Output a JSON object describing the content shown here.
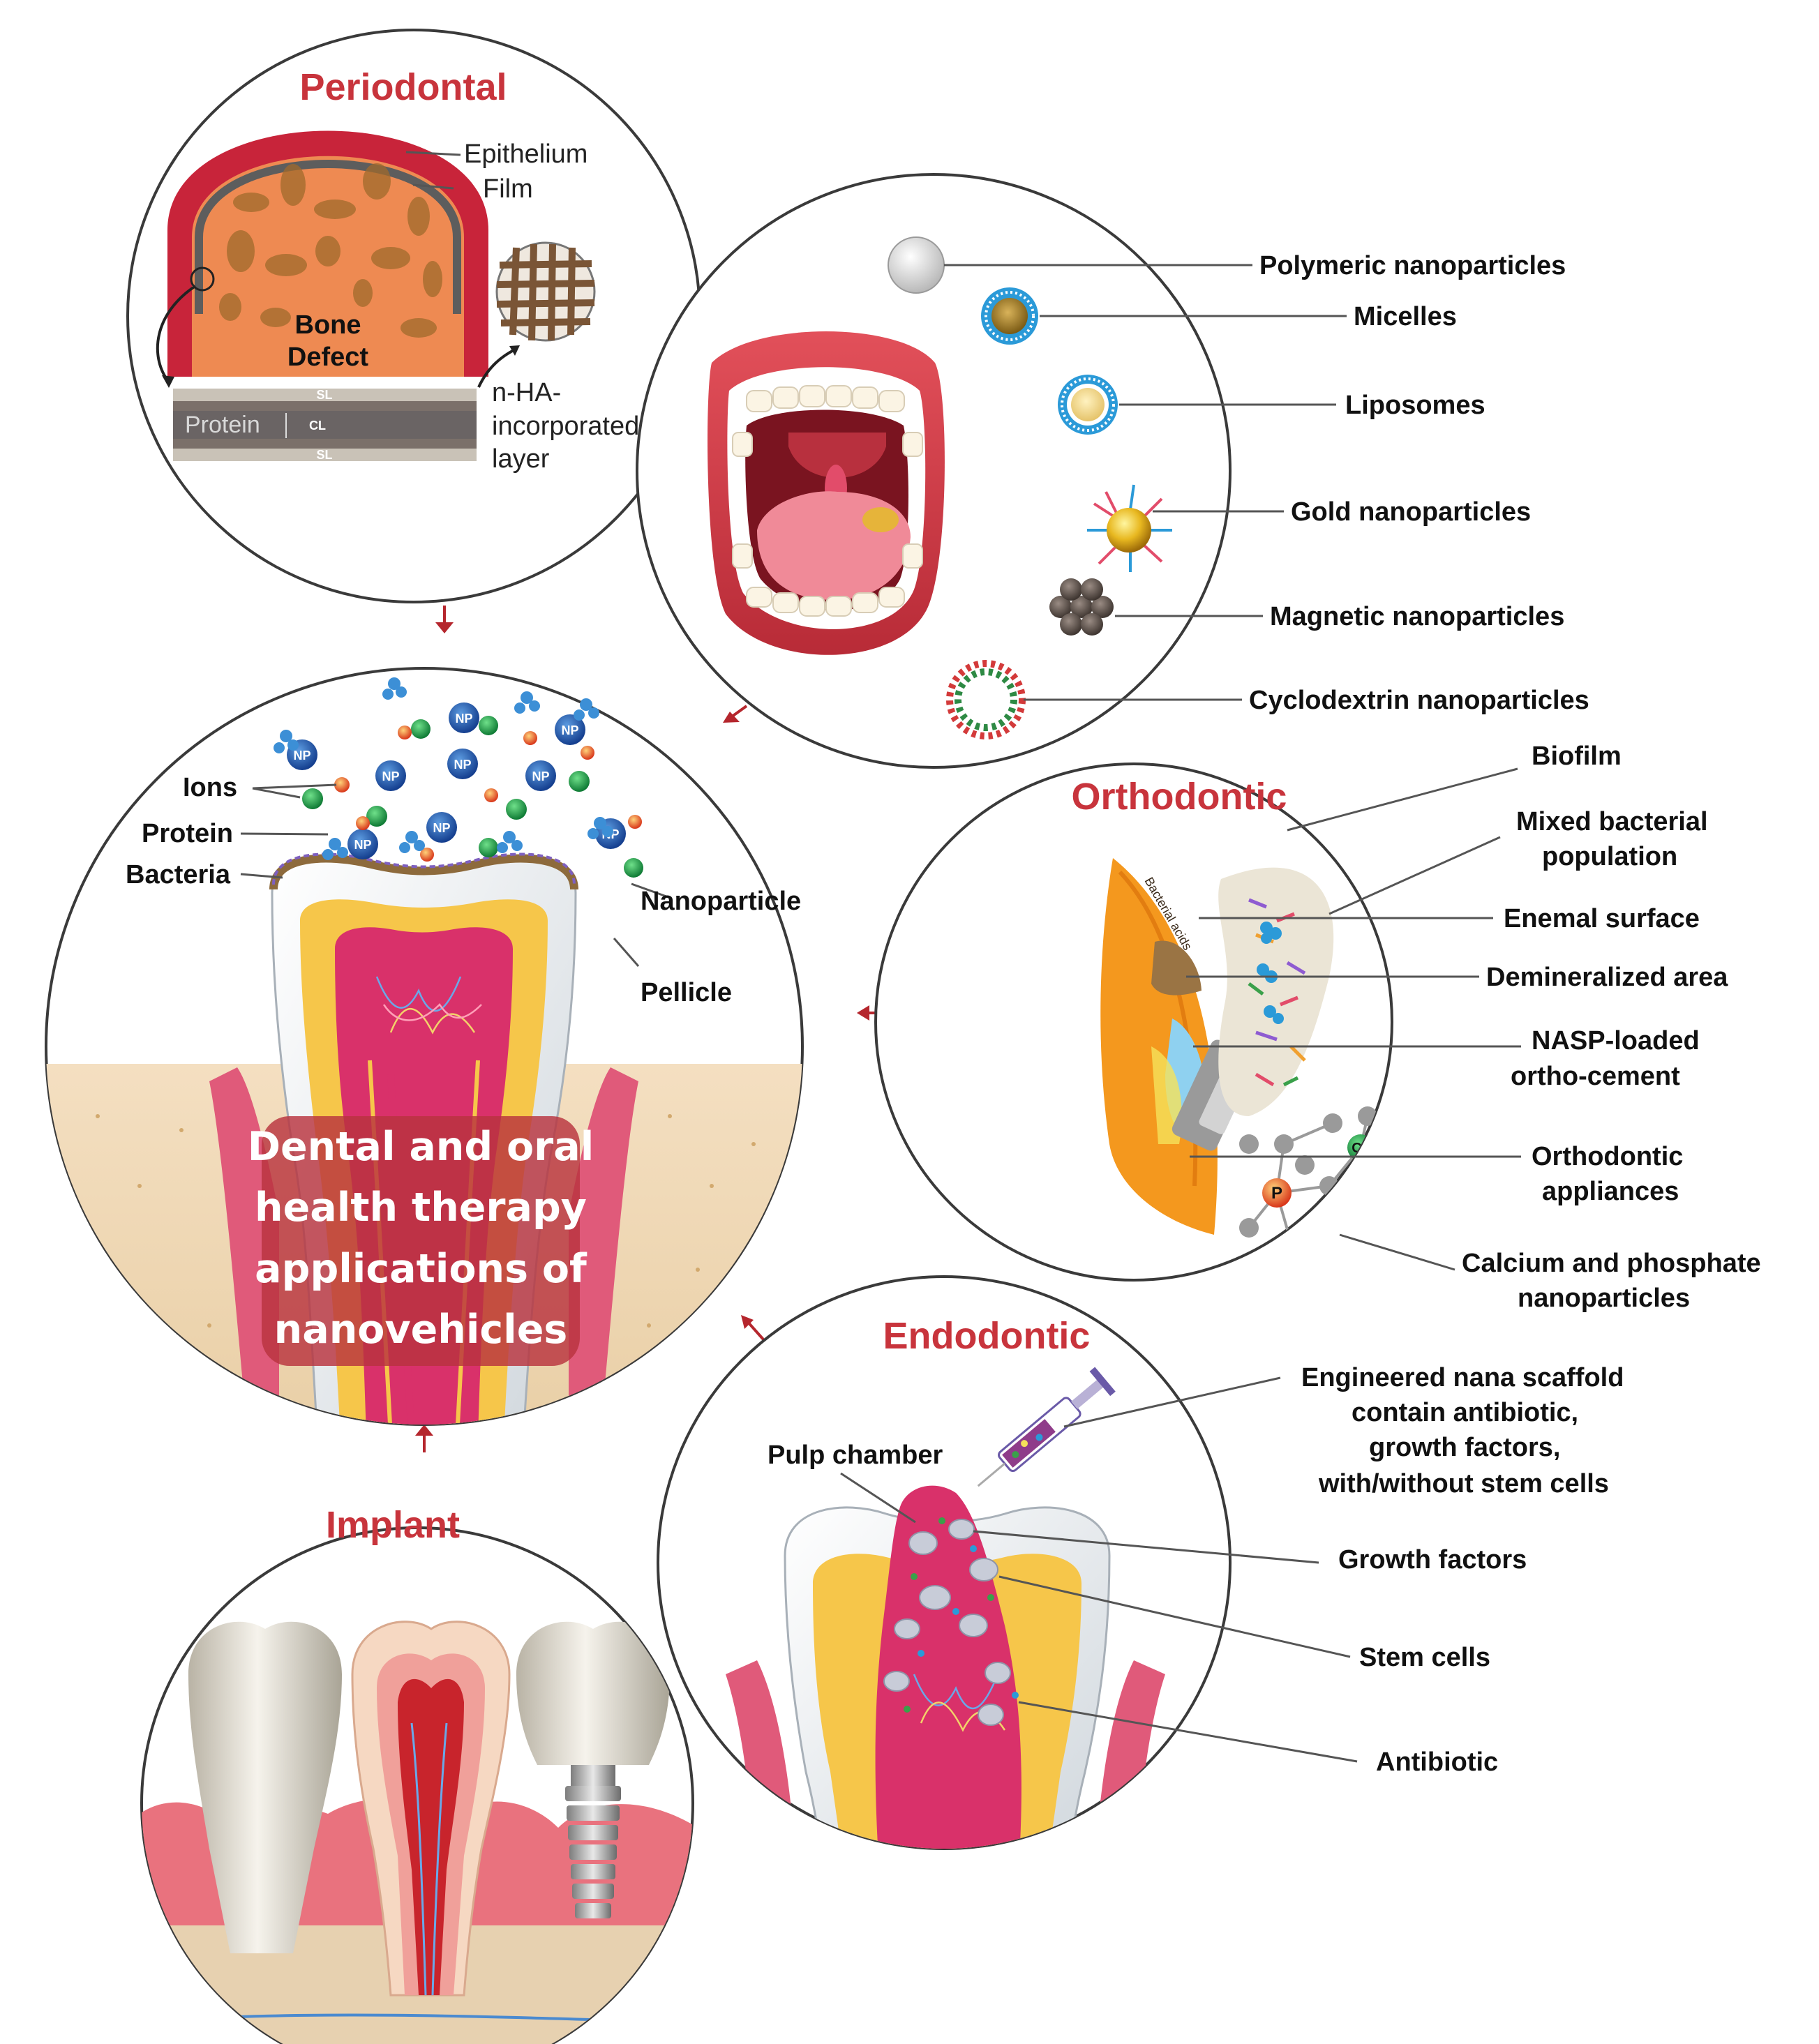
{
  "colors": {
    "title_red": "#c8343c",
    "arrow_red": "#b5262d",
    "gum": "#e05a7a",
    "pulp": "#d9316a",
    "sand": "#efd8b6"
  },
  "center": {
    "caption_lines": [
      "Dental and oral",
      "health therapy",
      "applications of",
      "nanovehicles"
    ],
    "labels": {
      "ions": "Ions",
      "protein": "Protein",
      "bacteria": "Bacteria",
      "nanoparticle": "Nanoparticle",
      "pellicle": "Pellicle",
      "np": "NP"
    }
  },
  "periodontal": {
    "title": "Periodontal",
    "labels": {
      "epithelium": "Epithelium",
      "film": "Film",
      "bone": "Bone",
      "defect": "Defect",
      "protein": "Protein",
      "sl": "SL",
      "cl": "CL",
      "nha_lines": [
        "n-HA-",
        "incorporated",
        "layer"
      ]
    }
  },
  "nanocarriers": {
    "items": [
      "Polymeric  nanoparticles",
      "Micelles",
      "Liposomes",
      "Gold nanoparticles",
      "Magnetic  nanoparticles",
      "Cyclodextrin  nanoparticles"
    ]
  },
  "orthodontic": {
    "title": "Orthodontic",
    "labels": {
      "biofilm": "Biofilm",
      "mixed": [
        "Mixed  bacterial",
        "population"
      ],
      "enamel": "Enemal  surface",
      "demineralized": "Demineralized  area",
      "nasp": [
        "NASP-loaded",
        "ortho-cement"
      ],
      "appliances": [
        "Orthodontic",
        "appliances"
      ],
      "calcium": [
        "Calcium  and phosphate",
        "nanoparticles"
      ],
      "bacterial_acids": "Bacterial acids",
      "ca": "Ca",
      "p": "P"
    }
  },
  "endodontic": {
    "title": "Endodontic",
    "labels": {
      "pulp_chamber": "Pulp chamber",
      "scaffold": [
        "Engineered  nana  scaffold",
        "contain  antibiotic,",
        "growth factors,",
        "with/without stem cells"
      ],
      "growth": "Growth factors",
      "stem": "Stem  cells",
      "antibiotic": "Antibiotic"
    }
  },
  "implant": {
    "title": "Implant"
  }
}
